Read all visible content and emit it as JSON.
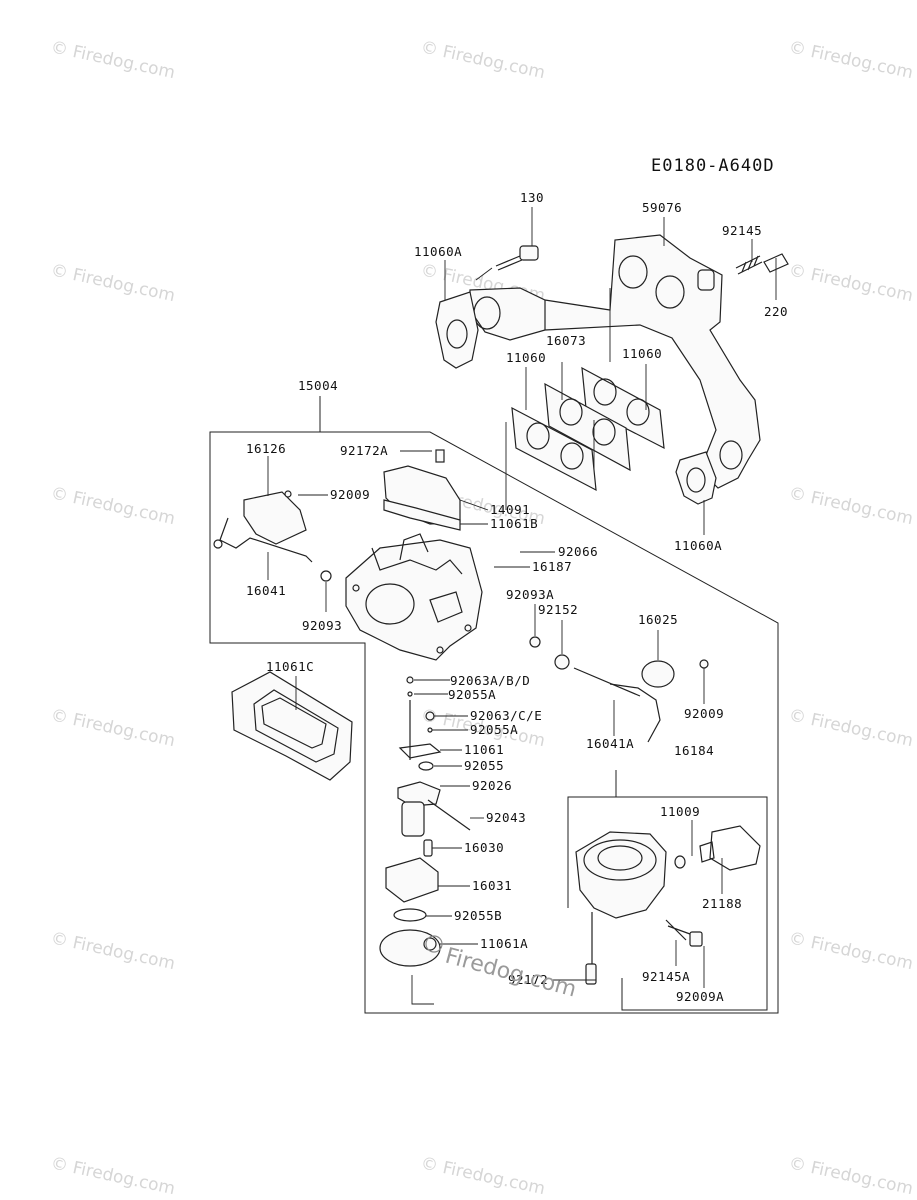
{
  "diagram_code": "E0180-A640D",
  "watermark": {
    "text": "© Firedog.com",
    "center_text": "Firedog.com"
  },
  "labels": {
    "p130": "130",
    "p59076": "59076",
    "p92145": "92145",
    "p220": "220",
    "p11060A_top": "11060A",
    "p16073": "16073",
    "p11060_left": "11060",
    "p11060_right": "11060",
    "p15004": "15004",
    "p16126": "16126",
    "p92172A": "92172A",
    "p92009_top": "92009",
    "p14091": "14091",
    "p11061B": "11061B",
    "p11060A_bottom": "11060A",
    "p92066": "92066",
    "p16187": "16187",
    "p16041": "16041",
    "p92093": "92093",
    "p92093A": "92093A",
    "p92152": "92152",
    "p16025": "16025",
    "p11061C": "11061C",
    "p92063ABD": "92063A/B/D",
    "p92055A_1": "92055A",
    "p92063CE": "92063/C/E",
    "p92055A_2": "92055A",
    "p11061": "11061",
    "p92055": "92055",
    "p92026": "92026",
    "p92043": "92043",
    "p16030": "16030",
    "p16031": "16031",
    "p92055B": "92055B",
    "p11061A": "11061A",
    "p92172": "92172",
    "p92009_right": "92009",
    "p16041A": "16041A",
    "p16184": "16184",
    "p11009": "11009",
    "p21188": "21188",
    "p92145A": "92145A",
    "p92009A": "92009A"
  }
}
